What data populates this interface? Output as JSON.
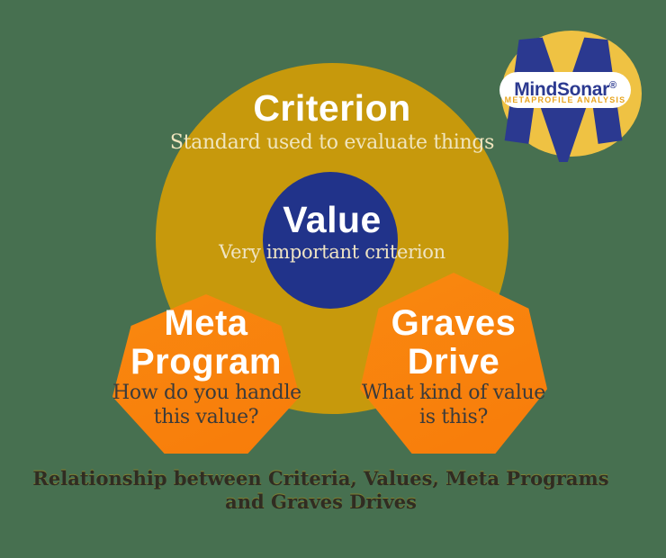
{
  "canvas": {
    "background_color": "#477050"
  },
  "criterion": {
    "title": "Criterion",
    "subtitle": "Standard used to evaluate things",
    "fill": "#C7990C",
    "title_color": "#FFFFFF",
    "subtitle_color": "#F0E5BE"
  },
  "value": {
    "title": "Value",
    "subtitle": "Very important criterion",
    "fill": "#21338A",
    "title_color": "#FFFFFF",
    "subtitle_color": "#EFE4C4"
  },
  "meta_program": {
    "title_lines": [
      "Meta",
      "Program"
    ],
    "subtitle_lines": [
      "How do you handle",
      "this value?"
    ],
    "fill": "#F8810E",
    "title_color": "#FFFFFF",
    "subtitle_color": "#3B3B3B"
  },
  "graves_drive": {
    "title_lines": [
      "Graves",
      "Drive"
    ],
    "subtitle_lines": [
      "What kind of value",
      "is this?"
    ],
    "fill": "#F8810E",
    "title_color": "#FFFFFF",
    "subtitle_color": "#3B3B3B"
  },
  "caption": {
    "lines": [
      "Relationship between Criteria, Values, Meta Programs",
      "and Graves Drives"
    ],
    "color": "#302C22"
  },
  "logo": {
    "brand": "MindSonar",
    "registered_mark": "®",
    "tagline": "METAPROFILE ANALYSIS",
    "colors": {
      "badge": "#EFC243",
      "monogram": "#2B3990",
      "pill": "#FFFFFF",
      "brand_text": "#2B3990",
      "tagline_text": "#E9A51F"
    }
  }
}
